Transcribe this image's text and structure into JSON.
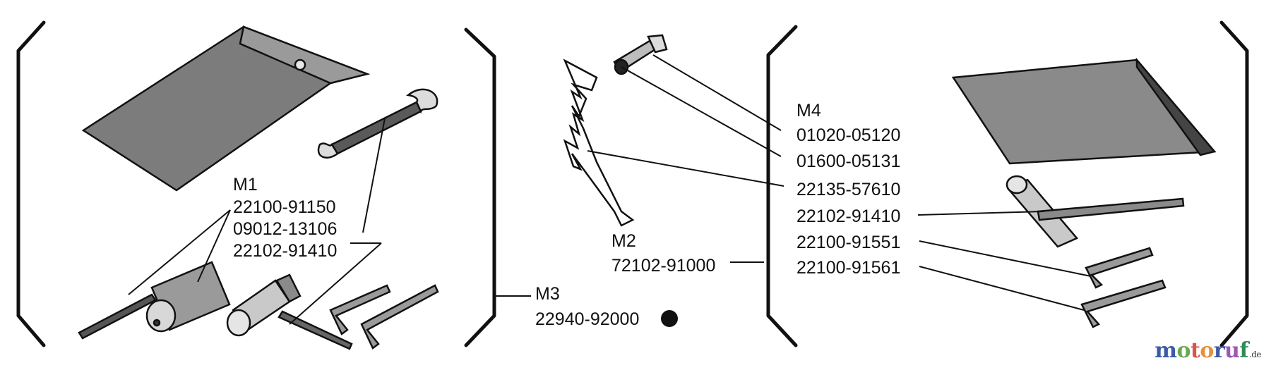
{
  "labels": {
    "m1": "M1",
    "m1_p1": "22100-91150",
    "m1_p2": "09012-13106",
    "m1_p3": "22102-91410",
    "m2": "M2",
    "m2_p1": "72102-91000",
    "m3": "M3",
    "m3_p1": "22940-92000",
    "m4": "M4",
    "m4_p1": "01020-05120",
    "m4_p2": "01600-05131",
    "m4_p3": "22135-57610",
    "m4_p4": "22102-91410",
    "m4_p5": "22100-91551",
    "m4_p6": "22100-91561"
  },
  "watermark": {
    "letters": [
      "m",
      "o",
      "t",
      "o",
      "r",
      "u",
      "f"
    ],
    "tld": ".de",
    "colors": [
      "#3b5ba7",
      "#6aa84f",
      "#d9534f",
      "#e69138",
      "#3b5ba7",
      "#9b59b6",
      "#2e8b57"
    ]
  },
  "icons": [
    "tool-bag-icon",
    "wrench-icon",
    "screwdriver-icon",
    "spark-plug-socket-icon",
    "hex-key-icon",
    "bumper-spike-icon",
    "bolt-icon",
    "washer-icon",
    "bullet-marker-icon"
  ]
}
